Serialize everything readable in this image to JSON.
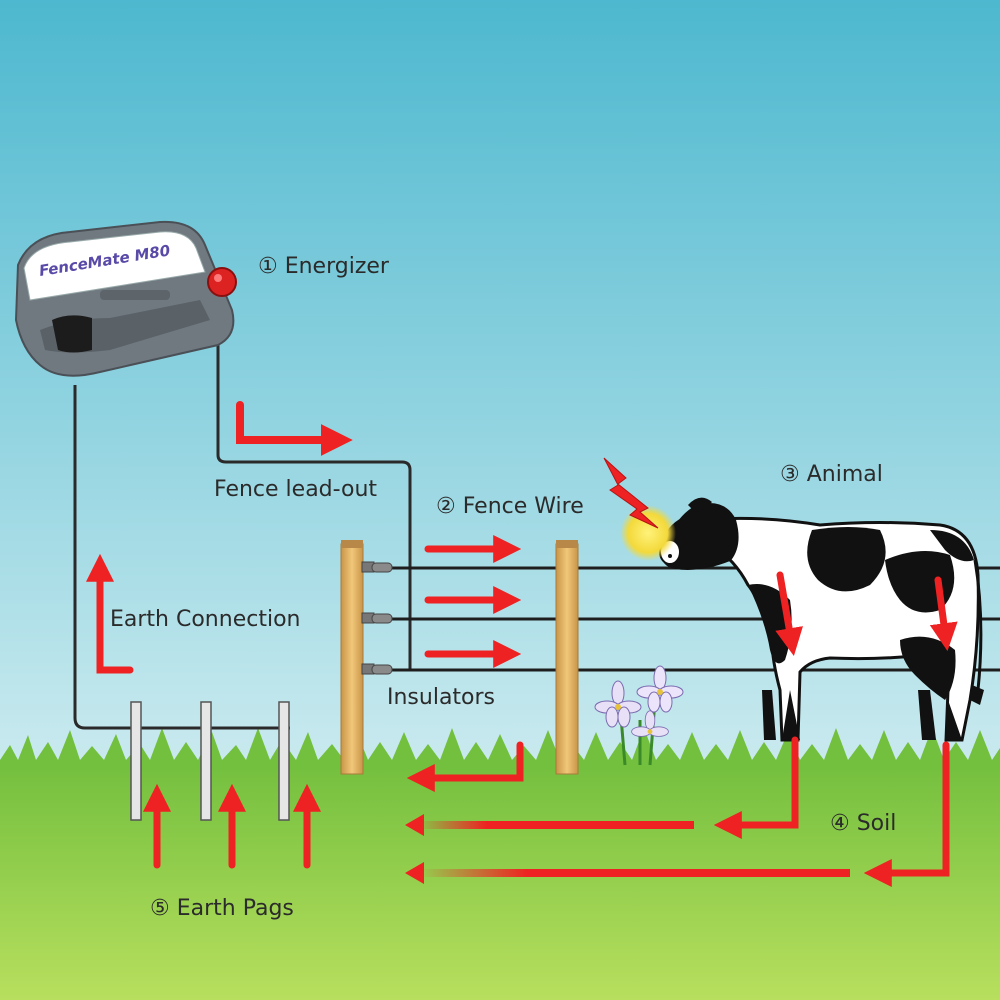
{
  "brand": "FenceMate M80",
  "labels": {
    "energizer": "① Energizer",
    "fence_lead_out": "Fence lead-out",
    "fence_wire": "② Fence Wire",
    "animal": "③ Animal",
    "earth_connection": "Earth Connection",
    "insulators": "Insulators",
    "soil": "④ Soil",
    "earth_pegs": "⑤ Earth Pags"
  },
  "colors": {
    "sky_top": "#4db8cf",
    "sky_bottom": "#ddf0f2",
    "grass_top": "#7cc542",
    "grass_bottom": "#b6df5e",
    "current_arrow": "#ee2222",
    "wire": "#222222",
    "post": "#e8b96a",
    "energizer_body": "#6b7278",
    "energizer_button": "#dd2222",
    "shock_glow": "#f8e24a"
  }
}
